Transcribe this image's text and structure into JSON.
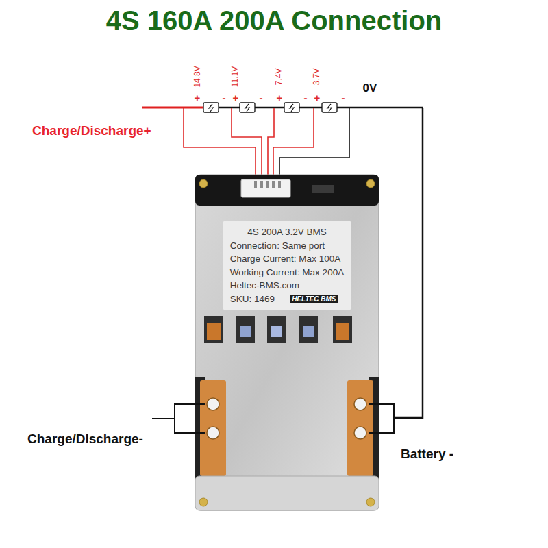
{
  "diagram": {
    "title": "4S 160A 200A Connection",
    "nodes": [
      {
        "text": [
          "4S 200A 3.2V BMS",
          "Connection: Same port",
          "Charge Current: Max 100A",
          "Working Current: Max 200A",
          "Heltec-BMS.com",
          "SKU: 1469",
          "HELTEC BMS"
        ]
      }
    ],
    "labels": [
      "14.8V",
      "11.1V",
      "7.4V",
      "3.7V",
      "+",
      "-",
      "+",
      "-",
      "+",
      "-",
      "+",
      "-",
      "0V",
      "Charge/Discharge+",
      "Charge/Discharge-",
      "Battery -"
    ]
  }
}
